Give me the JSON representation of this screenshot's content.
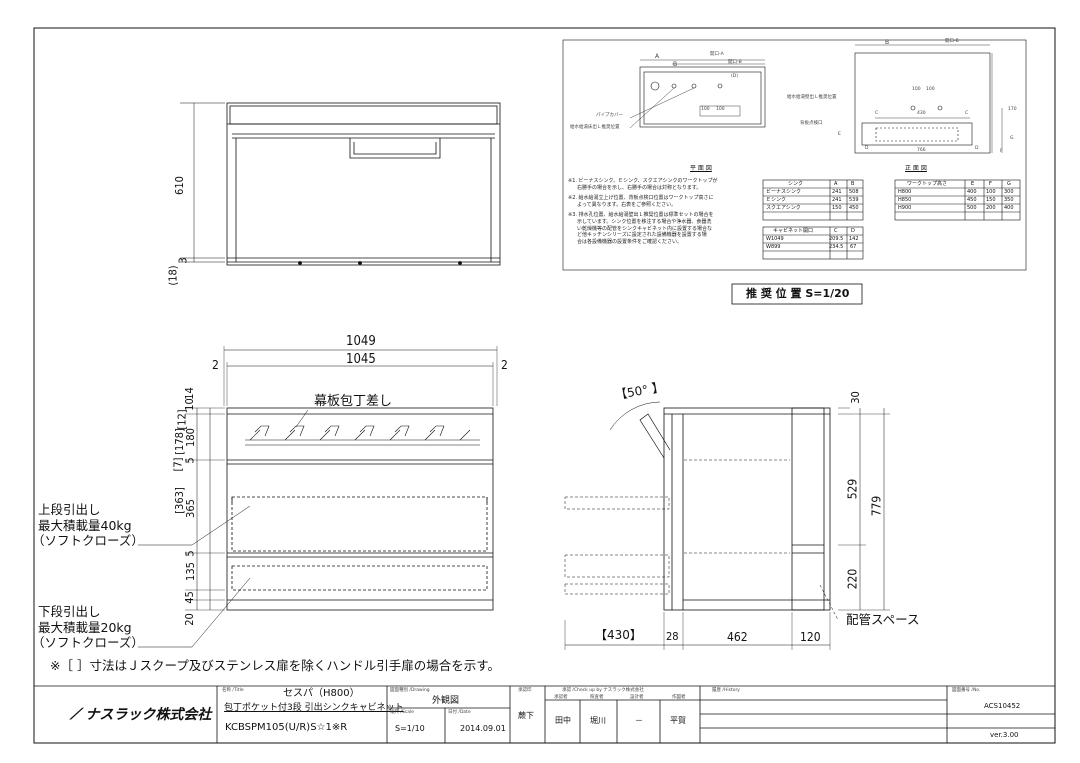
{
  "views": {
    "side_top": {
      "depth": "610",
      "bottom_small": "3",
      "bottom_paren": "(18)"
    },
    "front": {
      "width_outer": "1049",
      "width_inner": "1045",
      "gap_left": "2",
      "gap_right": "2",
      "left_dims": [
        "10",
        "14",
        "[12]",
        "[178]",
        "180",
        "5",
        "[7]",
        "[363]",
        "365",
        "5",
        "135",
        "45",
        "20"
      ],
      "label_top_board": "幕板包丁差し",
      "upper_drawer": [
        "上段引出し",
        "最大積載量40kg",
        "（ソフトクローズ）"
      ],
      "lower_drawer": [
        "下段引出し",
        "最大積載量20kg",
        "（ソフトクローズ）"
      ],
      "note": "※［ ］寸法はＪスクープ及びステンレス扉を除くハンドル引手扉の場合を示す。"
    },
    "side": {
      "angle": "【50° 】",
      "right_dims": [
        "30",
        "529",
        "779",
        "220"
      ],
      "bottom_dims": [
        "【430】",
        "28",
        "462",
        "120"
      ],
      "pipe_space": "配管スペース"
    }
  },
  "recommended": {
    "label": "推 奨 位 置  S=1/20",
    "plan_labels": [
      "A",
      "B",
      "開口-A",
      "開口-B",
      "パイプカバー",
      "給水給湯床出Ｌ推奨位置",
      "100",
      "100",
      "(D)"
    ],
    "elev_labels": [
      "B",
      "開口-B",
      "給水給湯壁出Ｌ推奨位置",
      "100",
      "100",
      "430",
      "C",
      "C",
      "背板点検口",
      "E",
      "G",
      "F",
      "170",
      "D",
      "D",
      "766"
    ],
    "plan_title": "平 面 図",
    "elev_title": "正 面 図",
    "notes": [
      "※1. ビーナスシンク、Ｅシンク、スクエアシンクのワークトップが",
      "右勝手の場合を示し、右勝手の場合は対称となります。",
      "※2. 給水給湯立上げ位置、背板点検口位置はワークトップ高さに",
      "よって異なります。右表をご参照ください。",
      "※3. 排水孔位置、給水給湯壁出Ｌ推奨位置は標準セットの場合を",
      "示しています。シンク位置を移注する場合や浄水器、食器洗",
      "い乾燥機等の配管をシンクキャビネット内に設置する場合な",
      "ど他キッチンシリーズに設定された設備機器を設置する場",
      "合は各設備機器の設置条件をご確認ください。"
    ],
    "table_sink": {
      "headers": [
        "シンク",
        "A",
        "B"
      ],
      "rows": [
        [
          "ビーナスシンク",
          "241",
          "508"
        ],
        [
          "Ｅシンク",
          "241",
          "539"
        ],
        [
          "スクエアシンク",
          "150",
          "450"
        ]
      ]
    },
    "table_cab": {
      "headers": [
        "キャビネット開口",
        "C",
        "D"
      ],
      "rows": [
        [
          "W1049",
          "209.5",
          "142"
        ],
        [
          "W899",
          "234.5",
          "67"
        ]
      ]
    },
    "table_height": {
      "headers": [
        "ワークトップ高さ",
        "E",
        "F",
        "G"
      ],
      "rows": [
        [
          "H800",
          "400",
          "100",
          "300"
        ],
        [
          "H850",
          "450",
          "150",
          "350"
        ],
        [
          "H900",
          "500",
          "200",
          "400"
        ]
      ]
    }
  },
  "title_block": {
    "logo": "ナスラック株式会社",
    "name_label": "名称 /Title",
    "series": "セスパ（H800）",
    "product_name": "包丁ポケット付3段 引出シンクキャビネット",
    "model": "KCBSPM105(U/R)S☆1※R",
    "drawing_label": "図面種別 /Drawing",
    "drawing_type": "外観図",
    "scale_label": "縮尺 /Scale",
    "scale": "S=1/10",
    "date_label": "日付 /Date",
    "date": "2014.09.01",
    "approval_label": "承認印",
    "approver": "蕨下",
    "check_label": "承認 /Check up by ナスラック株式会社",
    "sub_labels": [
      "承認者",
      "照査者",
      "設計者",
      "作図者"
    ],
    "sign_names": [
      "田中",
      "堀川",
      "－",
      "平賀"
    ],
    "history_label": "履歴 /History",
    "number_label": "図面番号 /No.",
    "number": "ACS10452",
    "version": "ver.3.00"
  }
}
